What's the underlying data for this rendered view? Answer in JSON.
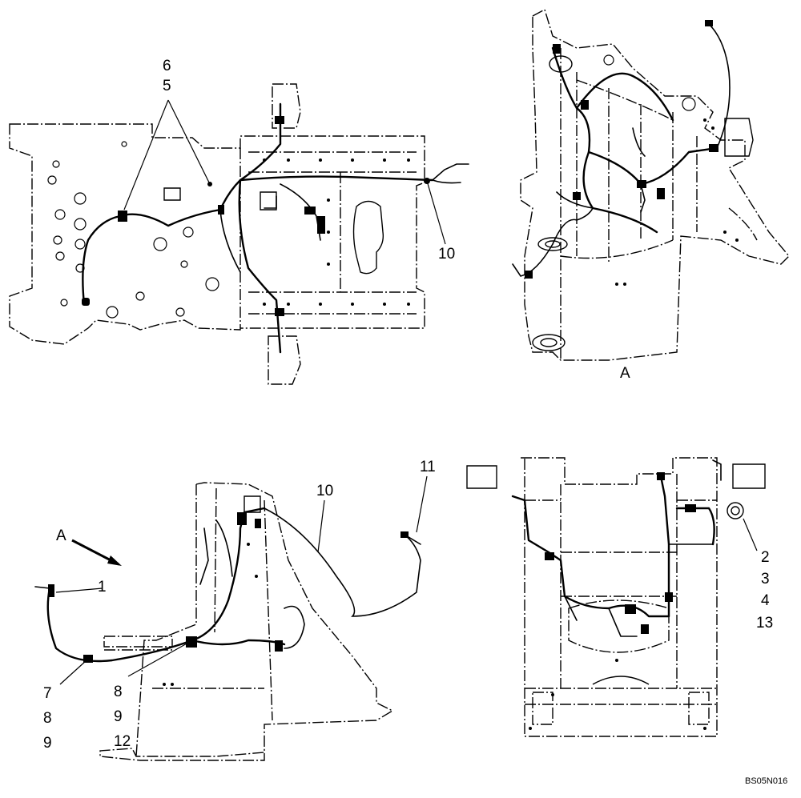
{
  "callouts": {
    "c6": "6",
    "c5": "5",
    "c10_top": "10",
    "cA_view": "A",
    "c11": "11",
    "c10_bottom": "10",
    "cA_arrow": "A",
    "c1": "1",
    "c7": "7",
    "c8_left": "8",
    "c9_left": "9",
    "c8_mid": "8",
    "c9_mid": "9",
    "c12": "12",
    "c2": "2",
    "c3": "3",
    "c4": "4",
    "c13": "13"
  },
  "drawing_ref": "BS05N016",
  "colors": {
    "line": "#000000",
    "background": "#ffffff"
  }
}
